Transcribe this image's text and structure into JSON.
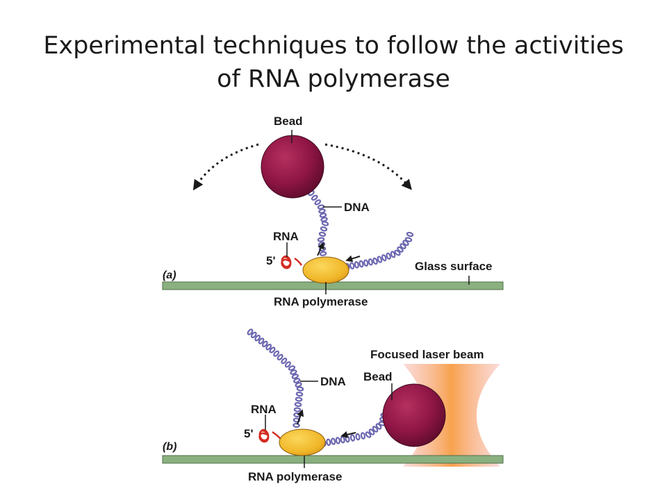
{
  "title": {
    "line1": "Experimental techniques to follow the activities",
    "line2": "of RNA polymerase"
  },
  "panel_a": {
    "panel_label": "(a)",
    "bead_label": "Bead",
    "dna_label": "DNA",
    "rna_label": "RNA",
    "five_prime_label": "5'",
    "glass_label": "Glass surface",
    "polymerase_label": "RNA polymerase"
  },
  "panel_b": {
    "panel_label": "(b)",
    "laser_label": "Focused laser beam",
    "bead_label": "Bead",
    "dna_label": "DNA",
    "rna_label": "RNA",
    "five_prime_label": "5'",
    "polymerase_label": "RNA polymerase"
  },
  "colors": {
    "bead": "#8e1545",
    "dna": "#6c67b0",
    "rna": "#d42a22",
    "polymerase": "#f0b628",
    "glass": "#8ab07f",
    "laser": "#f4a063"
  }
}
